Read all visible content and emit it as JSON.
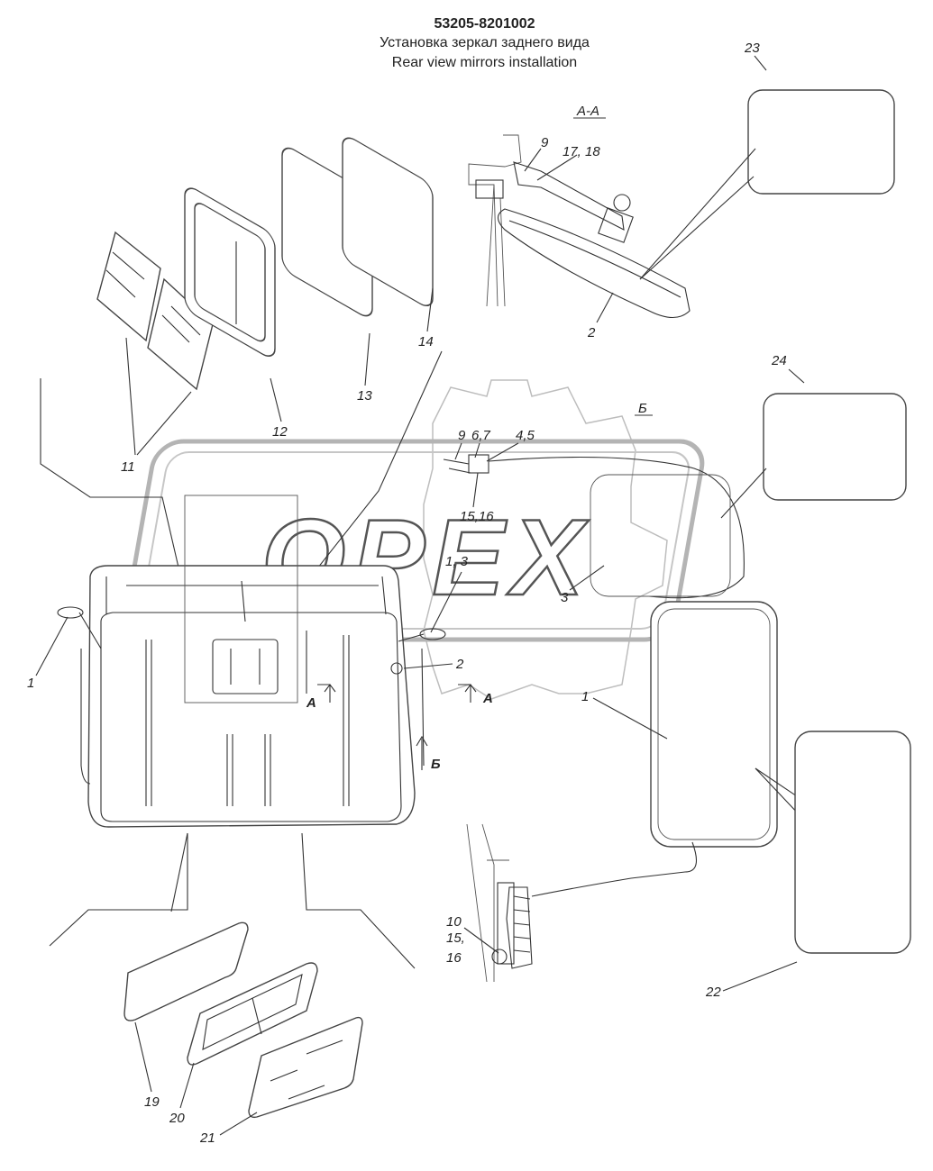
{
  "header": {
    "code": "53205-8201002",
    "title_ru": "Установка зеркал заднего вида",
    "title_en": "Rear view mirrors installation"
  },
  "watermark": {
    "text": "OPEX"
  },
  "sections": {
    "aa": "А-А",
    "b": "Б",
    "arrow_a_left": "А",
    "arrow_a_right": "А",
    "arrow_b": "Б"
  },
  "callouts": {
    "n1_left": "1",
    "n1_3": "1, 3",
    "n2": "2",
    "n2_mirror": "2",
    "n1_mirror": "1",
    "n3": "3",
    "n9_a": "9",
    "n17_18": "17, 18",
    "n9_b": "9",
    "n6_7": "6,7",
    "n4_5": "4,5",
    "n15_16_b": "15,16",
    "n10": "10",
    "n15": "15,",
    "n16": "16",
    "n11": "11",
    "n12": "12",
    "n13": "13",
    "n14": "14",
    "n19": "19",
    "n20": "20",
    "n21": "21",
    "n22": "22",
    "n23": "23",
    "n24": "24"
  },
  "colors": {
    "watermark": "#d9d9d9",
    "ink": "#333333"
  }
}
